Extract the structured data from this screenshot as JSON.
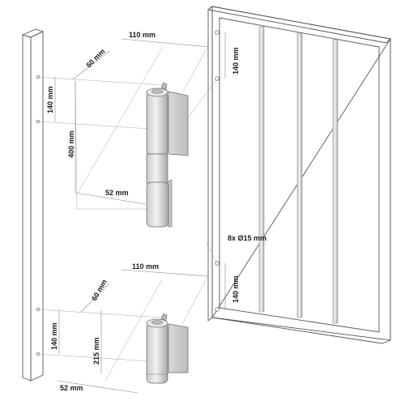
{
  "dimensions": {
    "top_110": "110 mm",
    "top_60": "60 mm",
    "top_140_left": "140 mm",
    "top_400": "400 mm",
    "top_52": "52 mm",
    "top_140_right": "140 mm",
    "holes": "8x Ø15 mm",
    "bottom_110": "110 mm",
    "bottom_60": "60 mm",
    "bottom_140_right": "140 mm",
    "bottom_140_left": "140 mm",
    "bottom_215": "215 mm",
    "bottom_52": "52 mm"
  }
}
